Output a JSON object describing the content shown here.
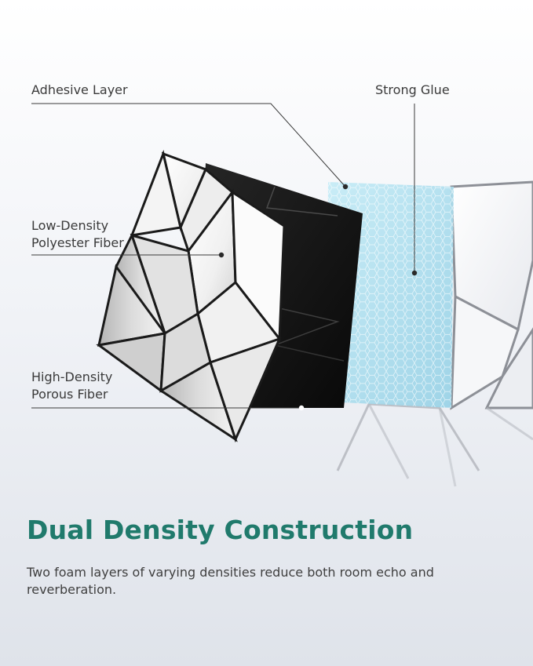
{
  "colors": {
    "headline": "#207a6c",
    "leader_line": "#3a3a3a",
    "glue_layer": "#a9dcec",
    "panel_black": "#141414",
    "panel_white": "#fafafa"
  },
  "callouts": {
    "adhesive_layer": "Adhesive Layer",
    "strong_glue": "Strong Glue",
    "low_density_line1": "Low-Density",
    "low_density_line2": "Polyester Fiber",
    "high_density_line1": "High-Density",
    "high_density_line2": "Porous Fiber"
  },
  "headline": "Dual Density Construction",
  "description": "Two foam layers of varying densities reduce both room echo and reverberation."
}
